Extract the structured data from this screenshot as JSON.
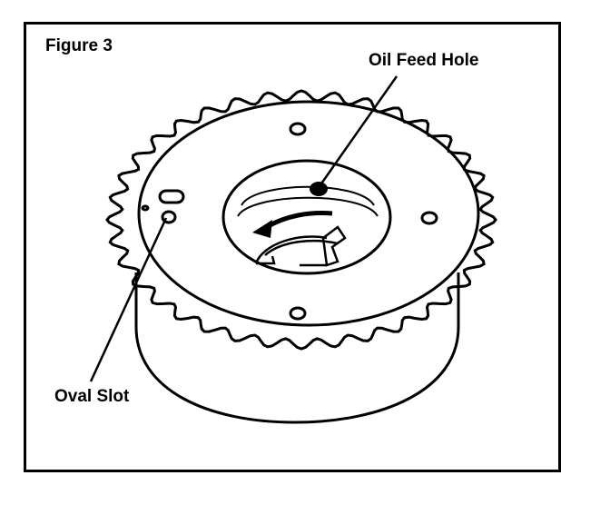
{
  "figure": {
    "title": "Figure 3",
    "labels": {
      "oil_feed_hole": "Oil Feed Hole",
      "oval_slot": "Oval Slot"
    }
  },
  "colors": {
    "line": "#000000",
    "background": "#ffffff"
  }
}
